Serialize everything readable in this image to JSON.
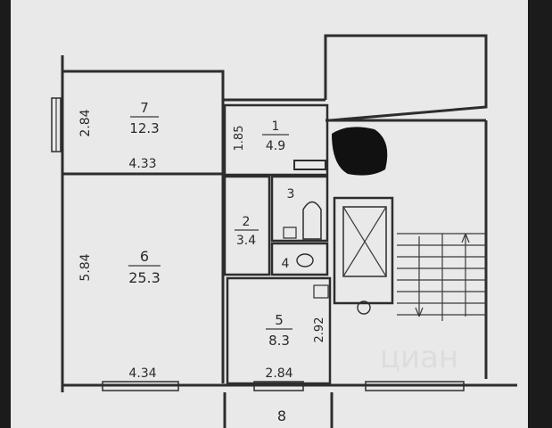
{
  "rooms": [
    {
      "id": "7",
      "area": "12.3"
    },
    {
      "id": "1",
      "area": "4.9"
    },
    {
      "id": "2",
      "area": "3.4"
    },
    {
      "id": "3",
      "area": ""
    },
    {
      "id": "4",
      "area": ""
    },
    {
      "id": "6",
      "area": "25.3"
    },
    {
      "id": "5",
      "area": "8.3"
    },
    {
      "id": "8",
      "area": ""
    }
  ],
  "dimensions": {
    "room7_height": "2.84",
    "room7_width": "4.33",
    "room1_height": "1.85",
    "room6_height": "5.84",
    "room6_width": "4.34",
    "room5_height": "2.92",
    "room5_width": "2.84"
  },
  "watermark": "циан",
  "colors": {
    "paper": "#e9e9e9",
    "line": "#2d2d2d",
    "frame": "#1b1b1b"
  }
}
